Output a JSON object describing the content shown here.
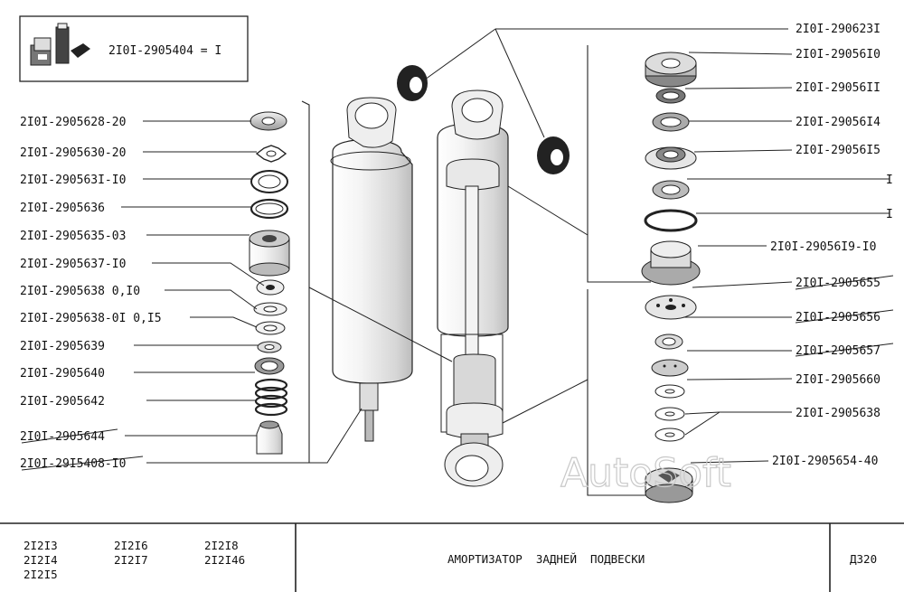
{
  "legend_box": {
    "text": "2I0I-2905404 = I",
    "icon": "kit-package-icon"
  },
  "left_labels": [
    "2I0I-2905628-20",
    "2I0I-2905630-20",
    "2I0I-290563I-I0",
    "2I0I-2905636",
    "2I0I-2905635-03",
    "2I0I-2905637-I0",
    "2I0I-2905638 0,I0",
    "2I0I-2905638-0I 0,I5",
    "2I0I-2905639",
    "2I0I-2905640",
    "2I0I-2905642",
    "2I0I-2905644",
    "2I0I-29I5408-I0"
  ],
  "right_labels": [
    "2I0I-290623I",
    "2I0I-29056I0",
    "2I0I-29056II",
    "2I0I-29056I4",
    "2I0I-29056I5",
    "I",
    "I",
    "2I0I-29056I9-I0",
    "2I0I-2905655",
    "2I0I-2905656",
    "2I0I-2905657",
    "2I0I-2905660",
    "2I0I-2905638",
    "2I0I-2905654-40"
  ],
  "watermark": "AutoSoft",
  "title_block": {
    "models_col1": [
      "2I2I3",
      "2I2I4",
      "2I2I5"
    ],
    "models_col2": [
      "2I2I6",
      "2I2I7"
    ],
    "models_col3": [
      "2I2I8",
      "2I2I46"
    ],
    "title": "АМОРТИЗАТОР  ЗАДНЕЙ  ПОДВЕСКИ",
    "sheet": "Д320"
  }
}
